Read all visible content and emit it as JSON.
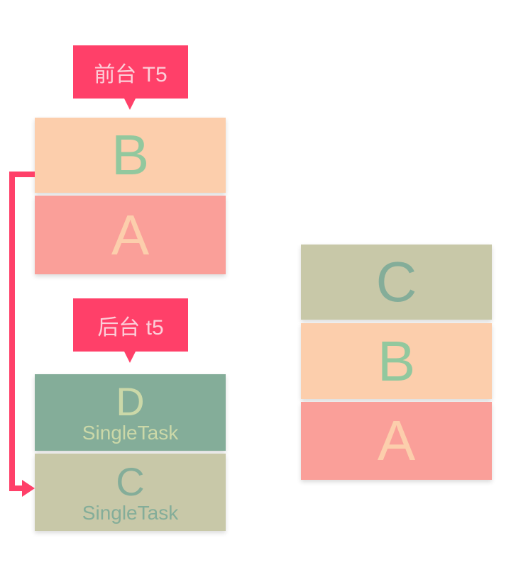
{
  "foreground": {
    "callout": "前台 T5",
    "cards": [
      {
        "letter": "B",
        "bg": "#fcceac",
        "fg": "#92c89e"
      },
      {
        "letter": "A",
        "bg": "#fa9f99",
        "fg": "#fcceac"
      }
    ]
  },
  "background": {
    "callout": "后台 t5",
    "cards": [
      {
        "letter": "D",
        "sub": "SingleTask",
        "bg": "#84ad99",
        "fg": "#cbd8a8"
      },
      {
        "letter": "C",
        "sub": "SingleTask",
        "bg": "#c8c8a8",
        "fg": "#84ad99"
      }
    ]
  },
  "result": {
    "cards": [
      {
        "letter": "C",
        "bg": "#c8c8a8",
        "fg": "#84ad99"
      },
      {
        "letter": "B",
        "bg": "#fcceac",
        "fg": "#92c89e"
      },
      {
        "letter": "A",
        "bg": "#fa9f99",
        "fg": "#fcceac"
      }
    ]
  },
  "colors": {
    "accent": "#ff4069"
  }
}
